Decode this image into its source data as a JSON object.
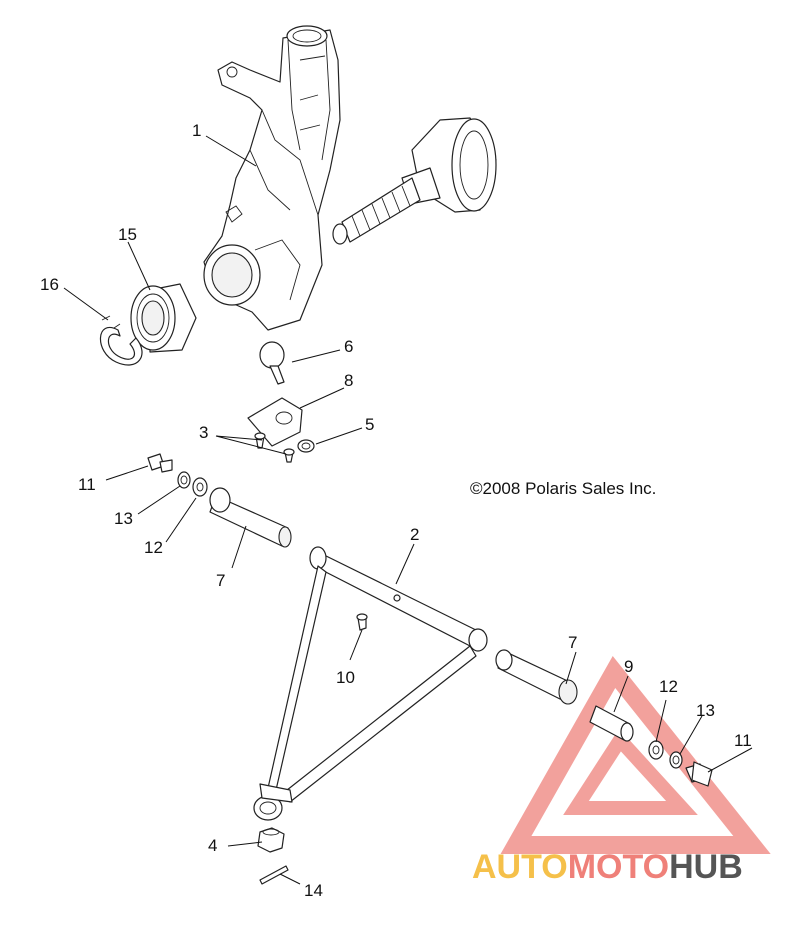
{
  "copyright": "©2008 Polaris Sales Inc.",
  "callouts": [
    "1",
    "2",
    "3",
    "4",
    "5",
    "6",
    "7",
    "7",
    "8",
    "9",
    "10",
    "11",
    "11",
    "12",
    "12",
    "13",
    "13",
    "14",
    "15",
    "16"
  ],
  "watermark": {
    "part1": "AUTO",
    "part2": "MOTO",
    "part3": "HUB",
    "colors": {
      "auto": "#f5c04a",
      "moto": "#ef8079",
      "hub": "#555555",
      "triangle": "#f08a84"
    }
  }
}
